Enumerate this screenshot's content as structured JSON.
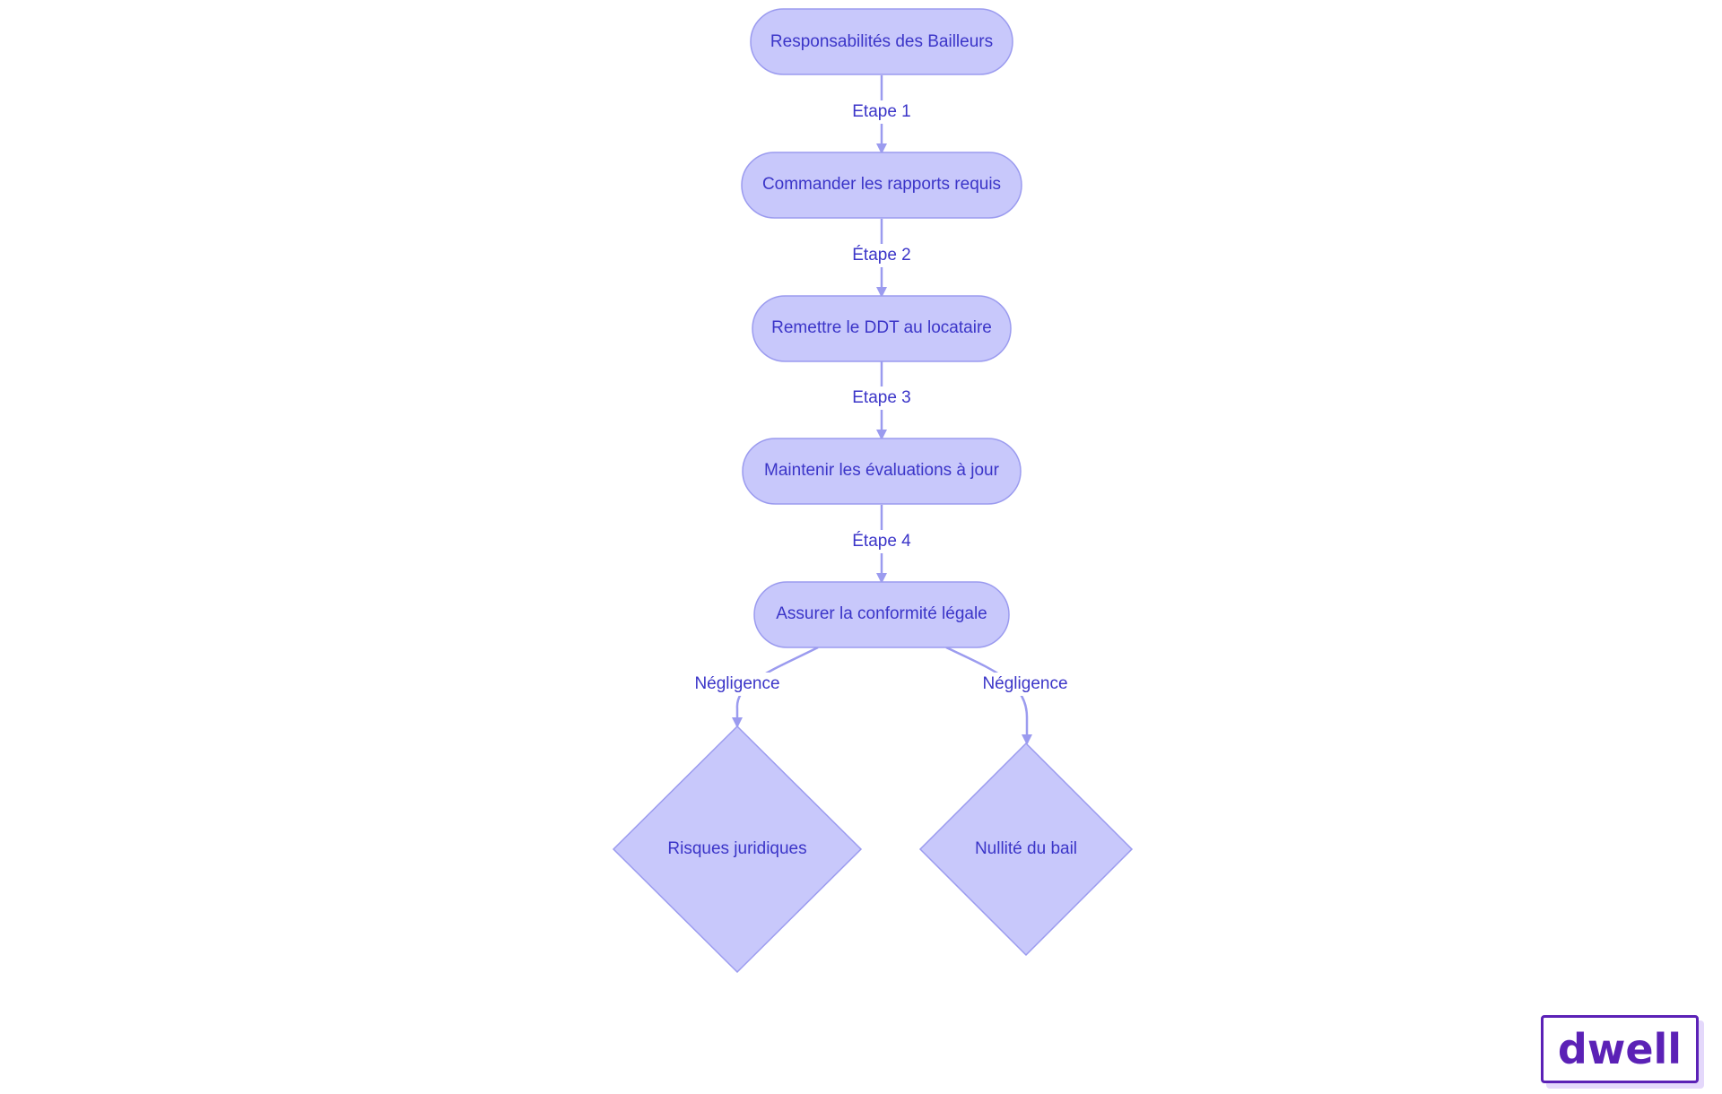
{
  "diagram": {
    "nodes": [
      {
        "id": "n1",
        "label": "Responsabilités des Bailleurs",
        "shape": "rounded"
      },
      {
        "id": "n2",
        "label": "Commander les rapports requis",
        "shape": "rounded"
      },
      {
        "id": "n3",
        "label": "Remettre le DDT au locataire",
        "shape": "rounded"
      },
      {
        "id": "n4",
        "label": "Maintenir les évaluations à jour",
        "shape": "rounded"
      },
      {
        "id": "n5",
        "label": "Assurer la conformité légale",
        "shape": "rounded"
      },
      {
        "id": "n6",
        "label": "Risques juridiques",
        "shape": "diamond"
      },
      {
        "id": "n7",
        "label": "Nullité du bail",
        "shape": "diamond"
      }
    ],
    "edges": [
      {
        "from": "n1",
        "to": "n2",
        "label": "Etape 1"
      },
      {
        "from": "n2",
        "to": "n3",
        "label": "Étape 2"
      },
      {
        "from": "n3",
        "to": "n4",
        "label": "Etape 3"
      },
      {
        "from": "n4",
        "to": "n5",
        "label": "Étape 4"
      },
      {
        "from": "n5",
        "to": "n6",
        "label": "Négligence"
      },
      {
        "from": "n5",
        "to": "n7",
        "label": "Négligence"
      }
    ],
    "colors": {
      "node_fill": "#c8c8fb",
      "node_stroke": "#9b9bef",
      "edge": "#9b9bef",
      "text": "#3b35c8"
    }
  },
  "logo": {
    "text": "dwell",
    "color": "#5b21b6"
  }
}
